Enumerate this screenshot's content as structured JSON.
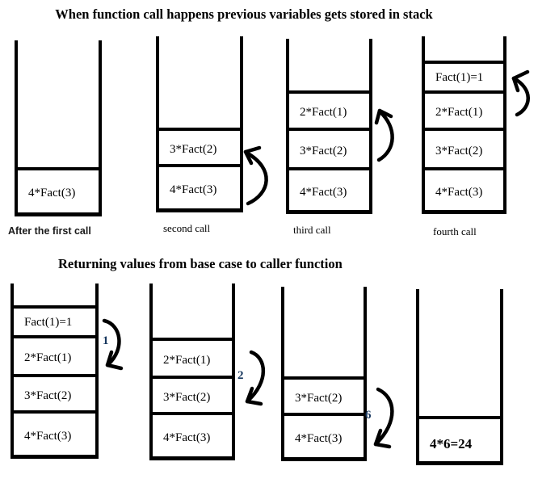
{
  "section1": {
    "title": "When function call happens previous variables gets stored in stack",
    "stacks": [
      {
        "caption": "After the first call",
        "cells": [
          "4*Fact(3)"
        ]
      },
      {
        "caption": "second call",
        "cells": [
          "3*Fact(2)",
          "4*Fact(3)"
        ]
      },
      {
        "caption": "third call",
        "cells": [
          "2*Fact(1)",
          "3*Fact(2)",
          "4*Fact(3)"
        ]
      },
      {
        "caption": "fourth call",
        "cells": [
          "Fact(1)=1",
          "2*Fact(1)",
          "3*Fact(2)",
          "4*Fact(3)"
        ]
      }
    ]
  },
  "section2": {
    "title": "Returning values from base case to caller function",
    "stacks": [
      {
        "cells": [
          "Fact(1)=1",
          "2*Fact(1)",
          "3*Fact(2)",
          "4*Fact(3)"
        ],
        "arrow_label": "1"
      },
      {
        "cells": [
          "2*Fact(1)",
          "3*Fact(2)",
          "4*Fact(3)"
        ],
        "arrow_label": "2"
      },
      {
        "cells": [
          "3*Fact(2)",
          "4*Fact(3)"
        ],
        "arrow_label": "6"
      },
      {
        "cells": [
          "4*6=24"
        ]
      }
    ]
  },
  "colors": {
    "ink": "#000000",
    "arrow_label_navy": "#17375E"
  }
}
